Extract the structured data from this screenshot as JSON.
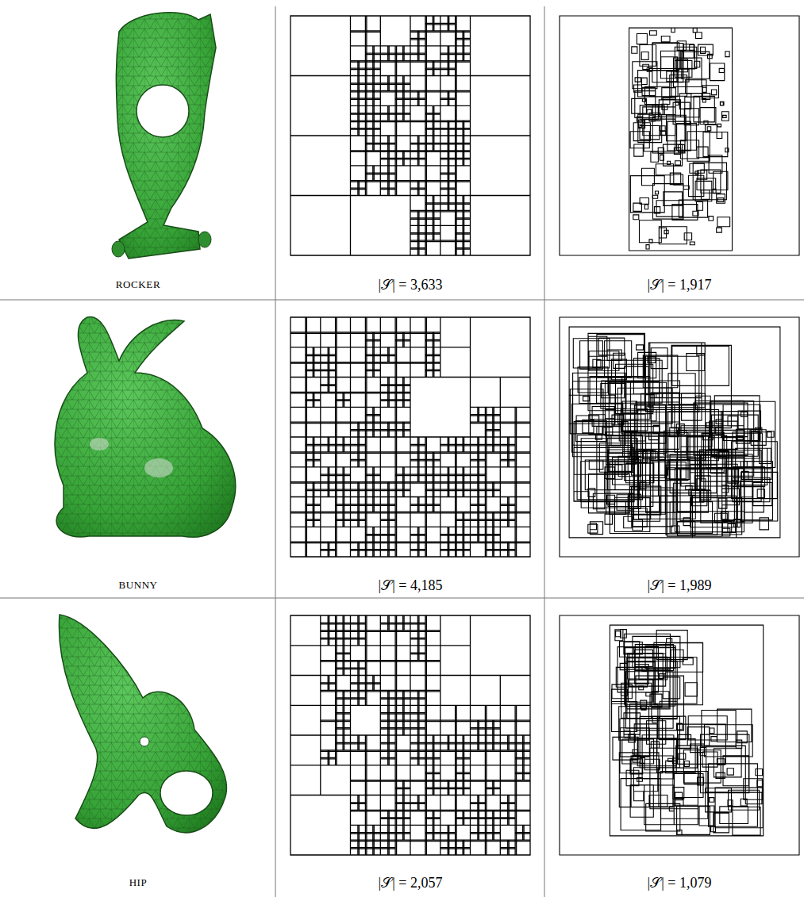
{
  "diagram": {
    "labels": [
      "ROCKER",
      "|𝒮| = 3,633",
      "|𝒮| = 1,917",
      "BUNNY",
      "|𝒮| = 4,185",
      "|𝒮| = 1,989",
      "HIP",
      "|𝒮| = 2,057",
      "|𝒮| = 1,079"
    ]
  }
}
